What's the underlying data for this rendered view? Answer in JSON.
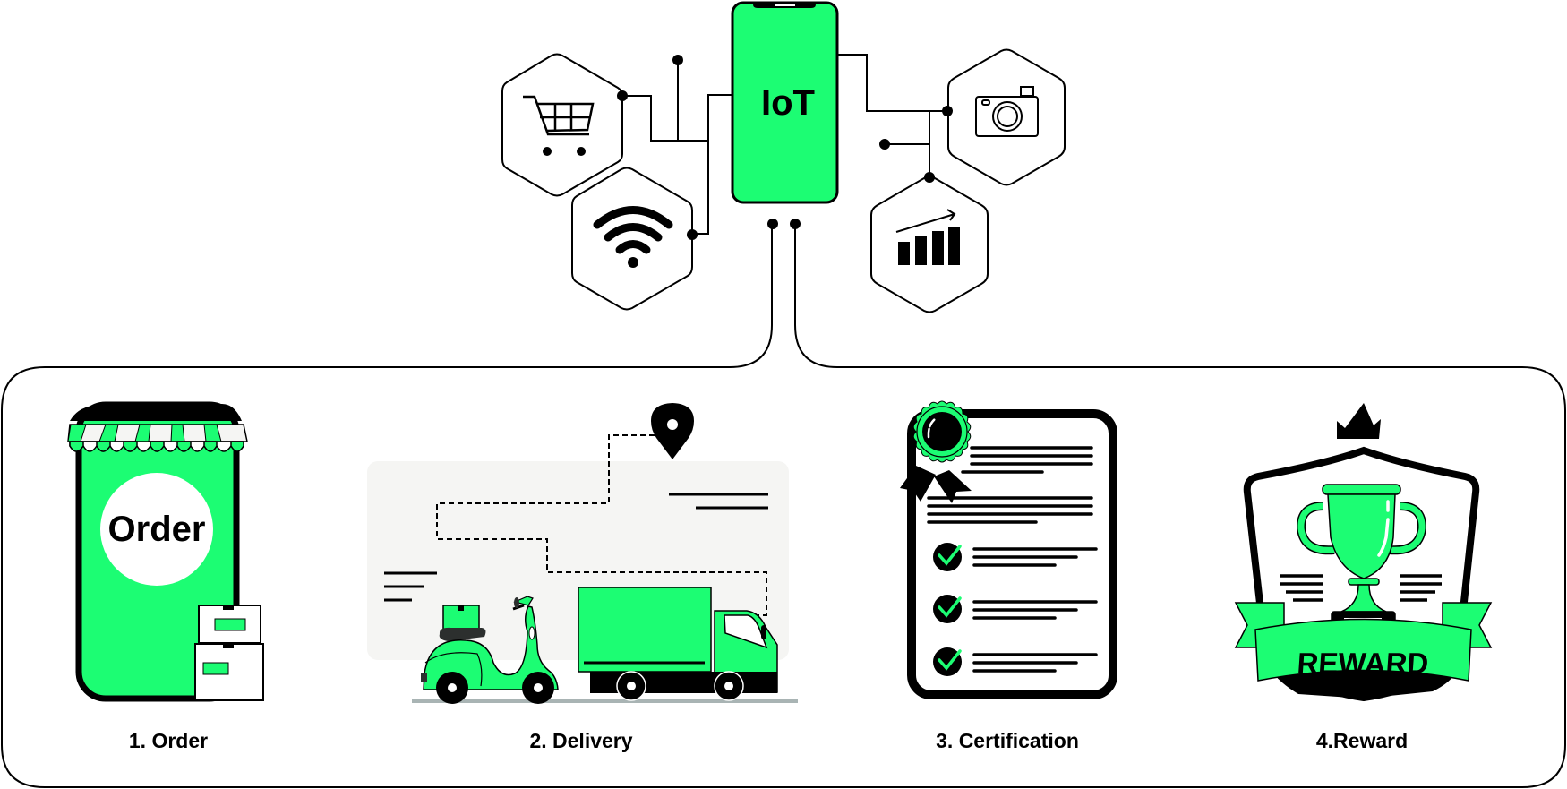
{
  "colors": {
    "accent": "#1CFD73",
    "stroke": "#000000",
    "panel": "#F5F5F3",
    "background": "#FFFFFF"
  },
  "hub": {
    "label": "IoT",
    "icon": "smartphone-icon"
  },
  "connected_devices": [
    {
      "name": "shopping",
      "icon": "shopping-cart-icon"
    },
    {
      "name": "connectivity",
      "icon": "wifi-icon"
    },
    {
      "name": "camera",
      "icon": "camera-icon"
    },
    {
      "name": "analytics",
      "icon": "growth-chart-icon"
    }
  ],
  "steps": [
    {
      "label": "1.  Order",
      "icon": "order-shop-icon",
      "badge_text": "Order"
    },
    {
      "label": "2. Delivery",
      "icon": "delivery-icon"
    },
    {
      "label": "3. Certification",
      "icon": "certificate-icon"
    },
    {
      "label": "4.Reward",
      "icon": "reward-trophy-icon",
      "banner_text": "REWARD"
    }
  ]
}
